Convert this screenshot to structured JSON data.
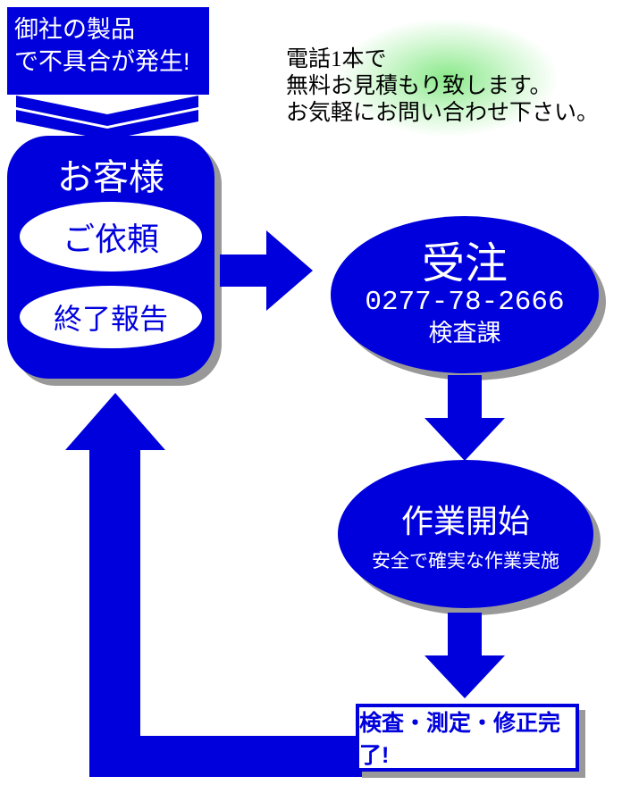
{
  "colors": {
    "blue": "#0000dd",
    "shadow": "#999999",
    "glow_green": "#7de67d",
    "text_black": "#000000",
    "white": "#ffffff"
  },
  "problem_box": {
    "line1": "御社の製品",
    "line2": "で不具合が発生!"
  },
  "promo": {
    "line1": "電話1本で",
    "line2": "無料お見積もり致します。",
    "line3": "お気軽にお問い合わせ下さい。"
  },
  "customer": {
    "title": "お客様",
    "request": "ご依頼",
    "report": "終了報告"
  },
  "order": {
    "title": "受注",
    "phone": "0277-78-2666",
    "department": "検査課"
  },
  "work": {
    "title": "作業開始",
    "subtitle": "安全で確実な作業実施"
  },
  "complete": {
    "label": "検査・測定・修正完了!"
  },
  "icons": {
    "double_chevron": "double-chevron-down-icon",
    "arrow_right": "arrow-right-icon",
    "arrow_down": "arrow-down-icon",
    "return_arrow": "return-up-arrow-icon"
  }
}
